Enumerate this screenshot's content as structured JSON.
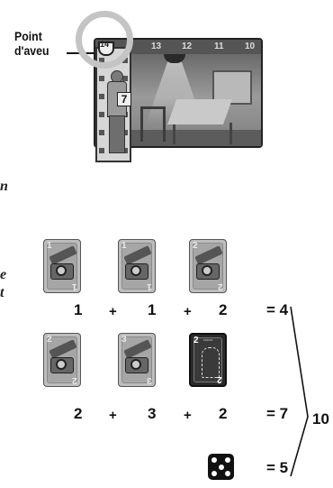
{
  "callout": {
    "label_line1": "Point",
    "label_line2": "d'aveu"
  },
  "scene": {
    "numbers": [
      "13",
      "12",
      "11",
      "10"
    ],
    "suspect_marker": "7",
    "ring_value": "14"
  },
  "margin_fragments": [
    "n",
    "e",
    "t"
  ],
  "row1": {
    "cards": [
      {
        "tl": "1",
        "br": "1"
      },
      {
        "tl": "1",
        "br": "1"
      },
      {
        "tl": "2",
        "br": "2"
      }
    ],
    "values": [
      "1",
      "1",
      "2"
    ],
    "ops": [
      "+",
      "+"
    ],
    "result": "= 4"
  },
  "row2": {
    "cards": [
      {
        "tl": "2",
        "br": "2"
      },
      {
        "tl": "3",
        "br": "3"
      },
      {
        "tl": "2",
        "br": "2"
      }
    ],
    "values": [
      "2",
      "3",
      "2"
    ],
    "ops": [
      "+",
      "+"
    ],
    "result": "= 7"
  },
  "dice_row": {
    "result": "= 5"
  },
  "total": "10"
}
